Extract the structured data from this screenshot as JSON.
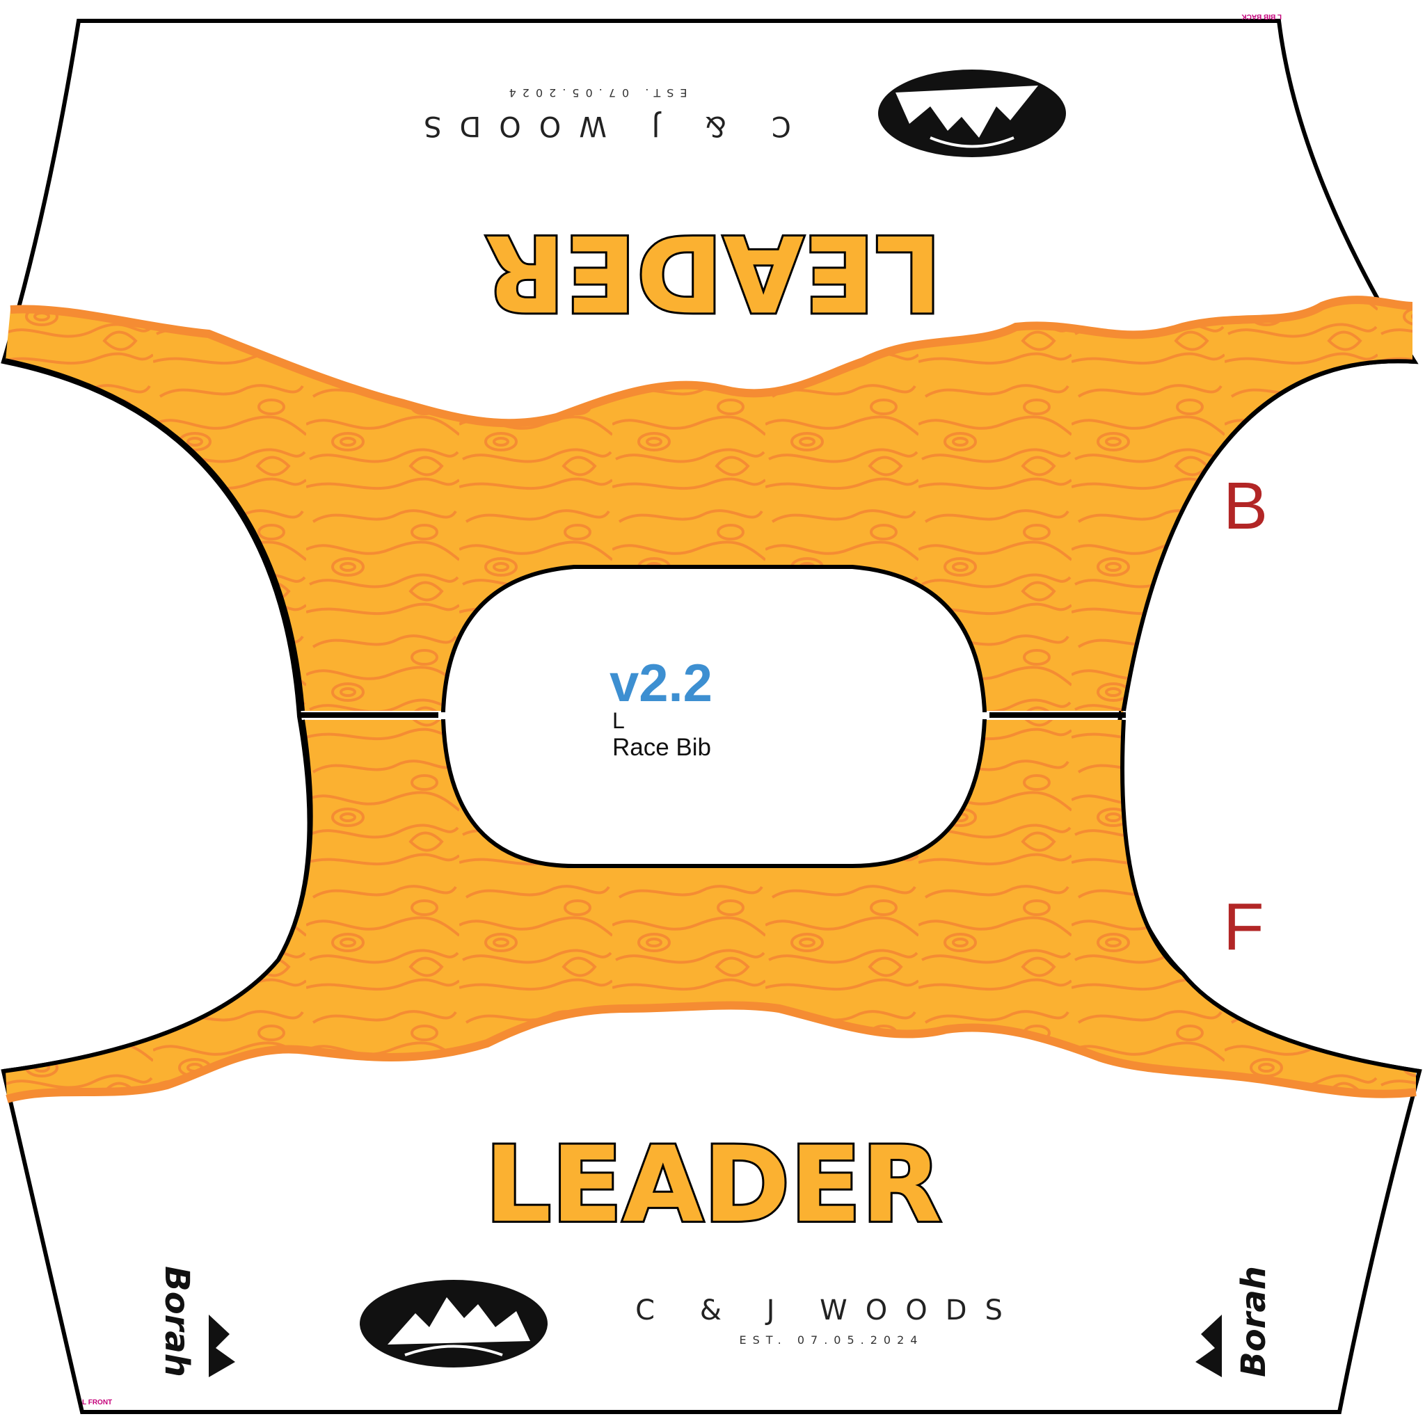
{
  "panels": {
    "back": {
      "side_letter": "B",
      "leader_text": "LEADER",
      "brand_name": "C & J WOODS",
      "established": "EST. 07.05.2024",
      "corner_tag": "L BIB BACK"
    },
    "front": {
      "side_letter": "F",
      "leader_text": "LEADER",
      "brand_name": "C & J WOODS",
      "established": "EST. 07.05.2024",
      "maker_logo": "Borah",
      "corner_tag": "L FRONT"
    }
  },
  "center_label": {
    "version": "v2.2",
    "size": "L",
    "product": "Race Bib"
  },
  "colors": {
    "panel_fill": "#fbb131",
    "contour_lines": "#f58c33",
    "outline": "#000000",
    "side_letters": "#b22626",
    "version_text": "#3d8fd1",
    "tag_text": "#c4007a"
  },
  "icons": [
    "mountain-logo-icon",
    "borah-logo-icon"
  ]
}
